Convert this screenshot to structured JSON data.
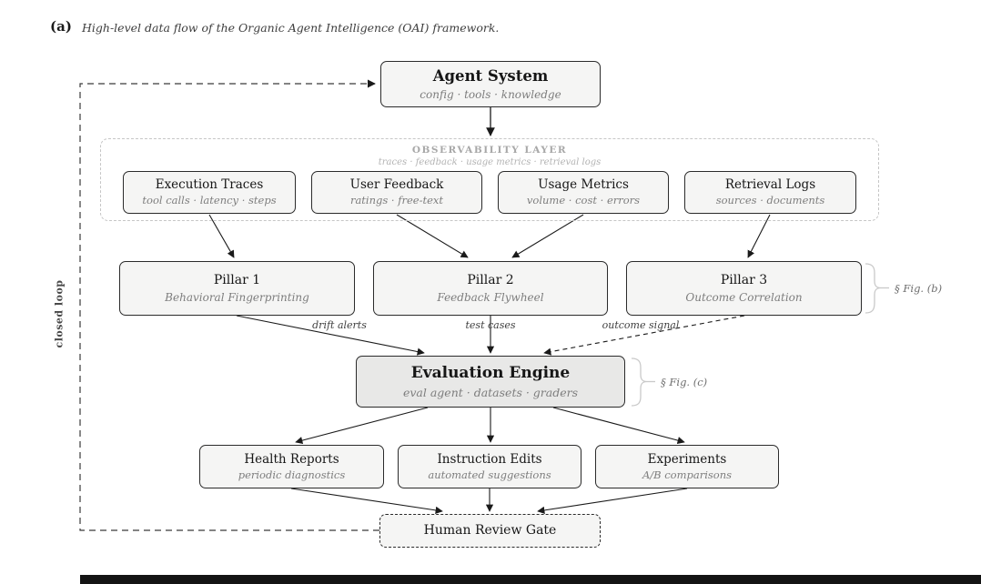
{
  "figure": {
    "tag": "(a)",
    "caption": "High-level data flow of the Organic Agent Intelligence (OAI) framework."
  },
  "nodes": {
    "agent_system": {
      "title": "Agent System",
      "subtitle": "config · tools · knowledge"
    },
    "execution_traces": {
      "title": "Execution Traces",
      "subtitle": "tool calls · latency · steps"
    },
    "user_feedback": {
      "title": "User Feedback",
      "subtitle": "ratings · free-text"
    },
    "usage_metrics": {
      "title": "Usage Metrics",
      "subtitle": "volume · cost · errors"
    },
    "retrieval_logs": {
      "title": "Retrieval Logs",
      "subtitle": "sources · documents"
    },
    "pillar_1": {
      "title": "Pillar 1",
      "subtitle": "Behavioral Fingerprinting"
    },
    "pillar_2": {
      "title": "Pillar 2",
      "subtitle": "Feedback Flywheel"
    },
    "pillar_3": {
      "title": "Pillar 3",
      "subtitle": "Outcome Correlation"
    },
    "evaluation_engine": {
      "title": "Evaluation Engine",
      "subtitle": "eval agent · datasets · graders"
    },
    "health_reports": {
      "title": "Health Reports",
      "subtitle": "periodic diagnostics"
    },
    "instruction_edits": {
      "title": "Instruction Edits",
      "subtitle": "automated suggestions"
    },
    "experiments": {
      "title": "Experiments",
      "subtitle": "A/B comparisons"
    },
    "human_review_gate": {
      "title": "Human Review Gate"
    }
  },
  "observability_layer": {
    "label": "OBSERVABILITY LAYER",
    "subtitle": "traces · feedback · usage metrics · retrieval logs"
  },
  "edge_labels": {
    "drift_alerts": "drift alerts",
    "test_cases": "test cases",
    "outcome_signal": "outcome signal"
  },
  "annotations": {
    "fig_b": "§ Fig. (b)",
    "fig_c": "§ Fig. (c)",
    "closed_loop": "closed loop"
  },
  "colors": {
    "node_fill": "#f5f5f4",
    "engine_fill": "#e8e8e7",
    "node_border": "#2b2b2b",
    "layer_border": "#c6c6c6",
    "muted_text": "#7d7d7d",
    "arrow": "#1a1a1a",
    "brace": "#c9c9c9"
  }
}
